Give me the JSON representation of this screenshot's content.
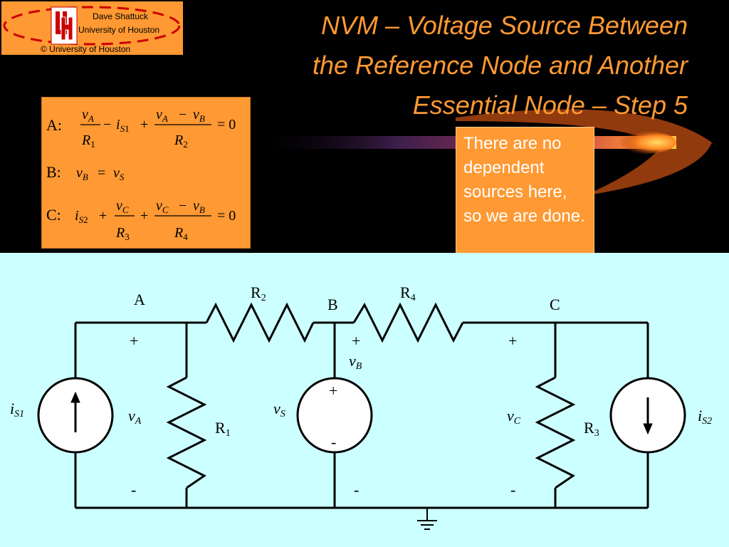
{
  "slide": {
    "title_line1": "NVM – Voltage Source Between",
    "title_line2": "the Reference Node and Another",
    "title_line3": "Essential Node – Step 5"
  },
  "logo": {
    "author": "Dave Shattuck",
    "institution": "University of Houston",
    "copyright": "© University of Houston",
    "monogram": "UH"
  },
  "equations": {
    "a_label": "A:",
    "b_label": "B:",
    "c_label": "C:"
  },
  "note": {
    "text": "There are no dependent sources here, so we are done."
  },
  "circuit": {
    "node_a": "A",
    "node_b": "B",
    "node_c": "C",
    "plus": "+",
    "minus": "-",
    "r1": "R",
    "r1_sub": "1",
    "r2": "R",
    "r2_sub": "2",
    "r3": "R",
    "r3_sub": "3",
    "r4": "R",
    "r4_sub": "4",
    "is1": "i",
    "is1_sub": "S1",
    "is2": "i",
    "is2_sub": "S2",
    "va": "v",
    "va_sub": "A",
    "vb": "v",
    "vb_sub": "B",
    "vc": "v",
    "vc_sub": "C",
    "vs": "v",
    "vs_sub": "S"
  },
  "colors": {
    "accent": "#ff9933",
    "background_top": "#000000",
    "background_bottom": "#ccffff",
    "logo_red": "#cc0000"
  }
}
